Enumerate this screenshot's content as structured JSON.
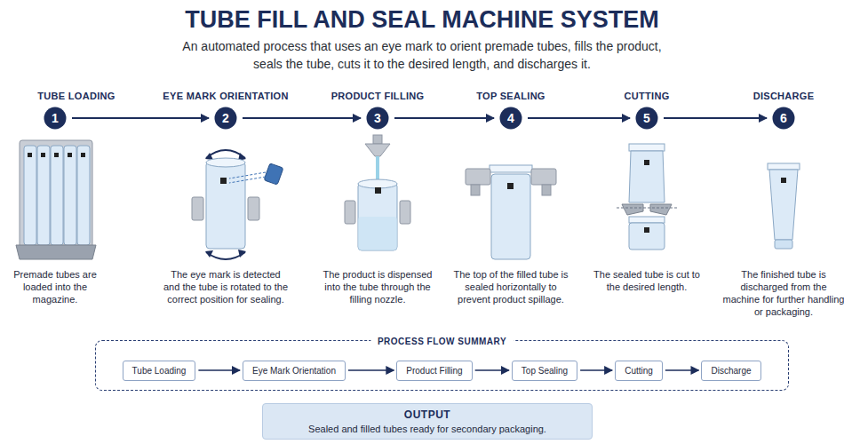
{
  "diagram": {
    "title": "TUBE FILL AND SEAL MACHINE SYSTEM",
    "caption": "An automated process that uses an eye mark to orient premade tubes, fills the product, seals the tube, cuts it to the desired length, and discharges it.",
    "nodes": [
      {
        "text": [
          "1"
        ]
      },
      {
        "text": [
          "2"
        ]
      },
      {
        "text": [
          "3"
        ]
      },
      {
        "text": [
          "4"
        ]
      },
      {
        "text": [
          "5"
        ]
      },
      {
        "text": [
          "6"
        ]
      },
      {
        "text": [
          "PROCESS FLOW SUMMARY"
        ]
      },
      {
        "text": [
          "Tube Loading"
        ],
        "in": 6
      },
      {
        "text": [
          "Eye Mark Orientation"
        ],
        "in": 6
      },
      {
        "text": [
          "Product Filling"
        ],
        "in": 6
      },
      {
        "text": [
          "Top Sealing"
        ],
        "in": 6
      },
      {
        "text": [
          "Cutting"
        ],
        "in": 6
      },
      {
        "text": [
          "Discharge"
        ],
        "in": 6
      },
      {
        "text": [
          "OUTPUT",
          "Sealed and filled tubes ready for secondary packaging."
        ]
      }
    ],
    "edges": [
      {
        "from": 0,
        "to": 1,
        "arrow": "to"
      },
      {
        "from": 1,
        "to": 2,
        "arrow": "to"
      },
      {
        "from": 2,
        "to": 3,
        "arrow": "to"
      },
      {
        "from": 3,
        "to": 4,
        "arrow": "to"
      },
      {
        "from": 4,
        "to": 5,
        "arrow": "to"
      },
      {
        "from": 7,
        "to": 8,
        "arrow": "to"
      },
      {
        "from": 8,
        "to": 9,
        "arrow": "to"
      },
      {
        "from": 9,
        "to": 10,
        "arrow": "to"
      },
      {
        "from": 10,
        "to": 11,
        "arrow": "to"
      },
      {
        "from": 11,
        "to": 12,
        "arrow": "to"
      }
    ],
    "labels": [
      "TUBE LOADING",
      "EYE MARK ORIENTATION",
      "PRODUCT FILLING",
      "TOP SEALING",
      "CUTTING",
      "DISCHARGE",
      "Premade tubes are loaded into the magazine.",
      "The eye mark is detected and the tube is rotated to the correct position for sealing.",
      "The product is dispensed into the tube through the filling nozzle.",
      "The top of the filled tube is sealed horizontally to prevent product spillage.",
      "The sealed tube is cut to the desired length.",
      "The finished tube is discharged from the machine for further handling or packaging."
    ]
  }
}
